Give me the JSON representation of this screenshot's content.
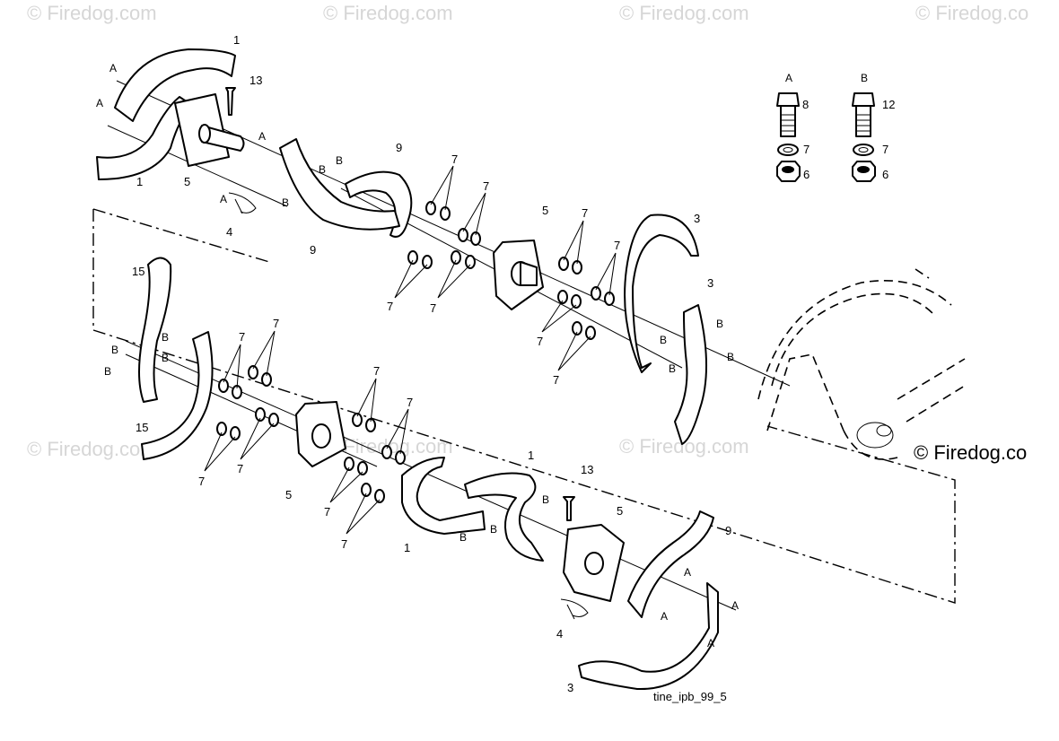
{
  "watermarks": [
    "© Firedog.com",
    "© Firedog.com",
    "© Firedog.com",
    "© Firedog.co",
    "© Firedog.com",
    "© Firedog.com",
    "© Firedog.com",
    "© Firedog.co"
  ],
  "callouts": {
    "tine": "1",
    "tine_3": "3",
    "clip": "4",
    "hub": "5",
    "nut": "6",
    "washer": "7",
    "bolt_a": "8",
    "tine_9": "9",
    "bolt_b": "12",
    "pin": "13",
    "tine_15": "15"
  },
  "refs": {
    "a": "A",
    "b": "B"
  },
  "figure_id": "tine_ipb_99_5",
  "hardware_legend": {
    "col_a": {
      "header": "A",
      "bolt": "8",
      "washer": "7",
      "nut": "6"
    },
    "col_b": {
      "header": "B",
      "bolt": "12",
      "washer": "7",
      "nut": "6"
    }
  }
}
